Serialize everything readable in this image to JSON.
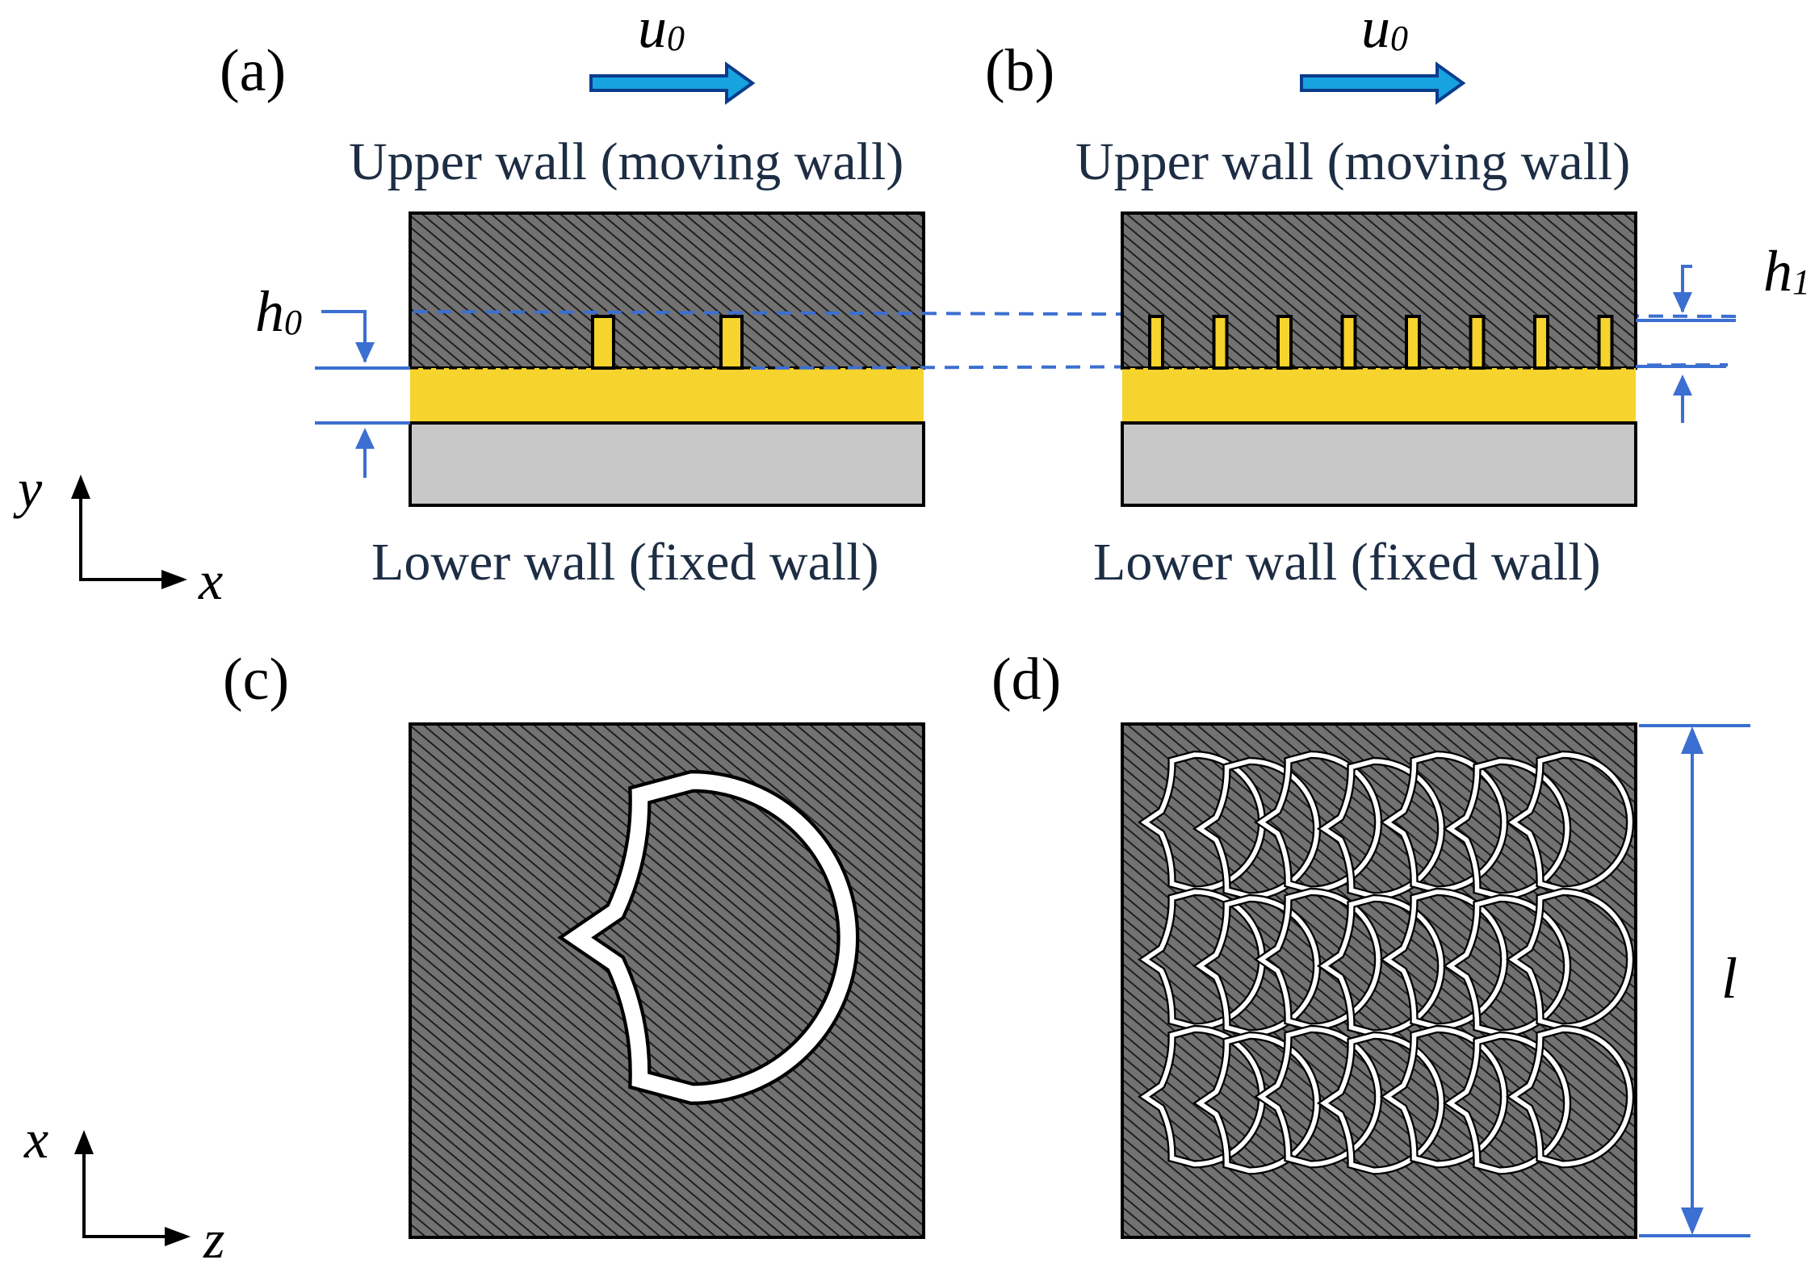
{
  "panels": {
    "a": {
      "label": "(a)",
      "upper_wall": "Upper wall (moving wall)",
      "lower_wall": "Lower wall (fixed wall)"
    },
    "b": {
      "label": "(b)",
      "upper_wall": "Upper wall (moving wall)",
      "lower_wall": "Lower wall (fixed wall)"
    },
    "c": {
      "label": "(c)"
    },
    "d": {
      "label": "(d)"
    }
  },
  "symbols": {
    "velocity_main": "u",
    "velocity_sub": "0",
    "h0_main": "h",
    "h0_sub": "0",
    "h1_main": "h",
    "h1_sub": "1",
    "length": "l"
  },
  "axes_top": {
    "vertical": "y",
    "horizontal": "x"
  },
  "axes_bottom": {
    "vertical": "x",
    "horizontal": "z"
  },
  "colors": {
    "wall_hatch_bg": "#6e6e6e",
    "hatch_line": "#222222",
    "lubricant": "#f6d32d",
    "lower_wall": "#c8c8c8",
    "dimension_blue": "#3b6fd1",
    "arrow_fill": "#17a2e0",
    "arrow_stroke": "#0b3c8c",
    "texture_outline": "#ffffff"
  }
}
